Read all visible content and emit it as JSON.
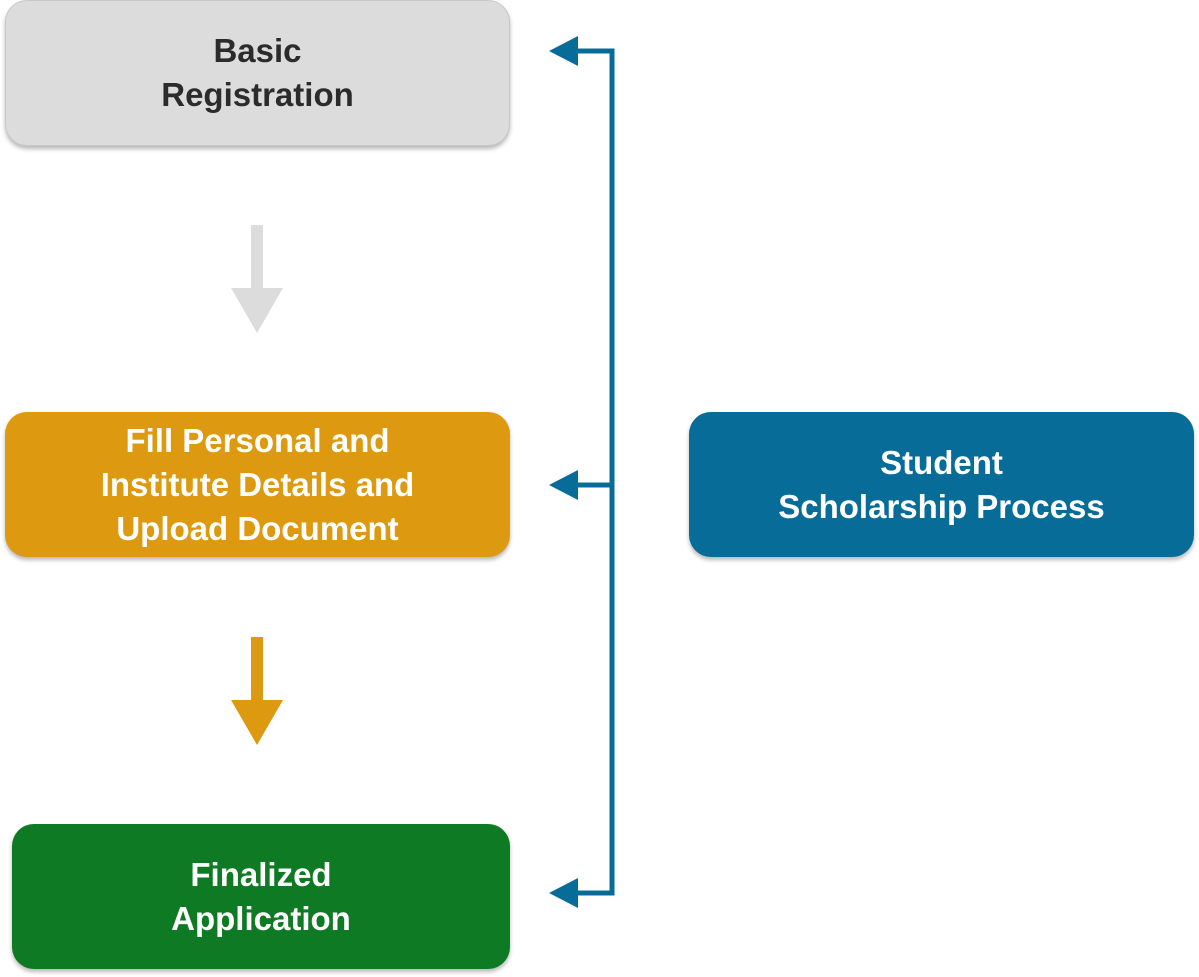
{
  "diagram": {
    "steps": [
      {
        "id": "basic",
        "lines": [
          "Basic",
          "Registration"
        ],
        "color": "#dcdcdc",
        "text_color": "#2b2b2b"
      },
      {
        "id": "fill",
        "lines": [
          "Fill Personal and",
          "Institute Details and",
          "Upload Document"
        ],
        "color": "#dd990f",
        "text_color": "#ffffff"
      },
      {
        "id": "final",
        "lines": [
          "Finalized",
          "Application"
        ],
        "color": "#0f7a24",
        "text_color": "#ffffff"
      }
    ],
    "process": {
      "lines": [
        "Student",
        "Scholarship Process"
      ],
      "color": "#086c98",
      "text_color": "#ffffff"
    },
    "arrows": {
      "basic_to_fill_color": "#dcdcdc",
      "fill_to_final_color": "#dd990f",
      "bracket_color": "#086c98"
    }
  }
}
